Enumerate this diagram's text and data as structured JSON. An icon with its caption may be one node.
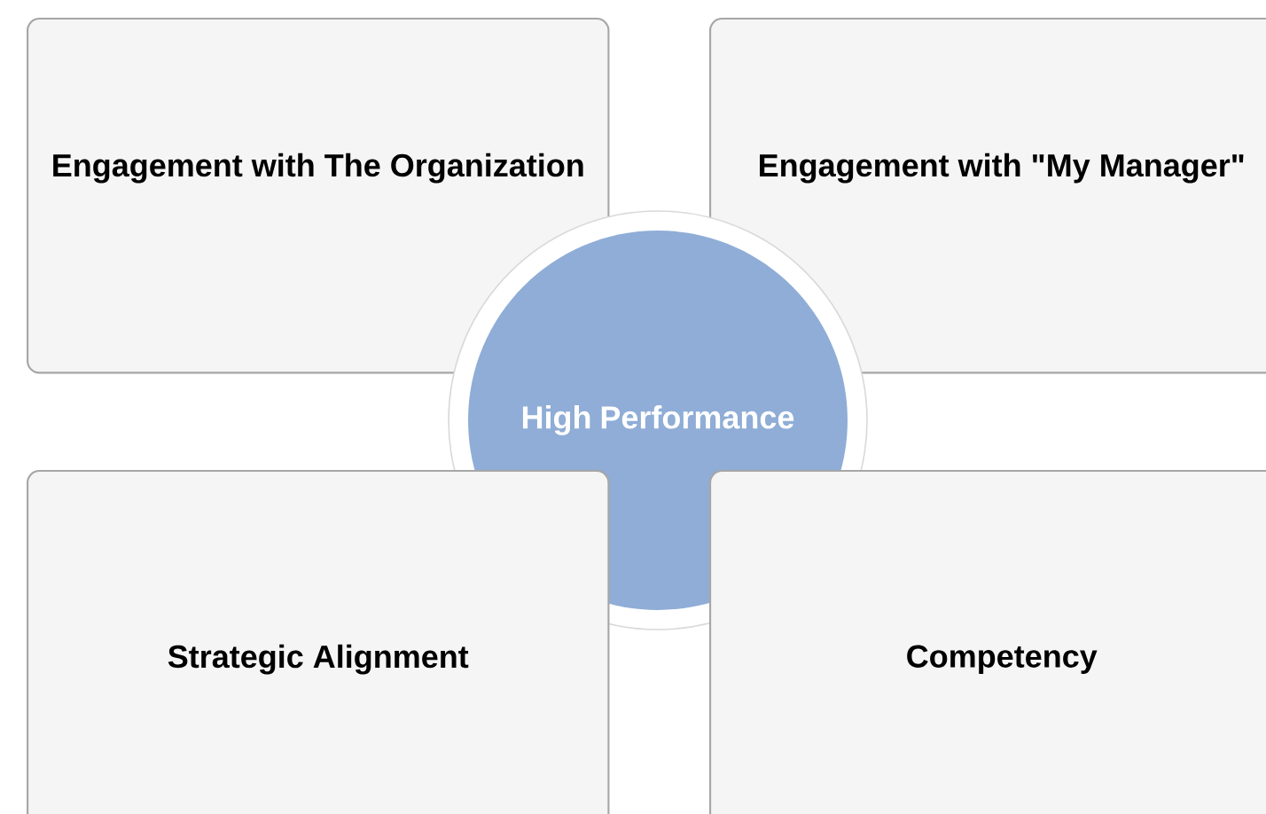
{
  "diagram": {
    "nodes": [
      {
        "text": [
          "Engagement with The Organization"
        ]
      },
      {
        "text": [
          "Engagement with \"My Manager\""
        ]
      },
      {
        "text": [
          "High Performance"
        ]
      },
      {
        "text": [
          "Strategic Alignment"
        ]
      },
      {
        "text": [
          "Competency"
        ]
      }
    ]
  }
}
